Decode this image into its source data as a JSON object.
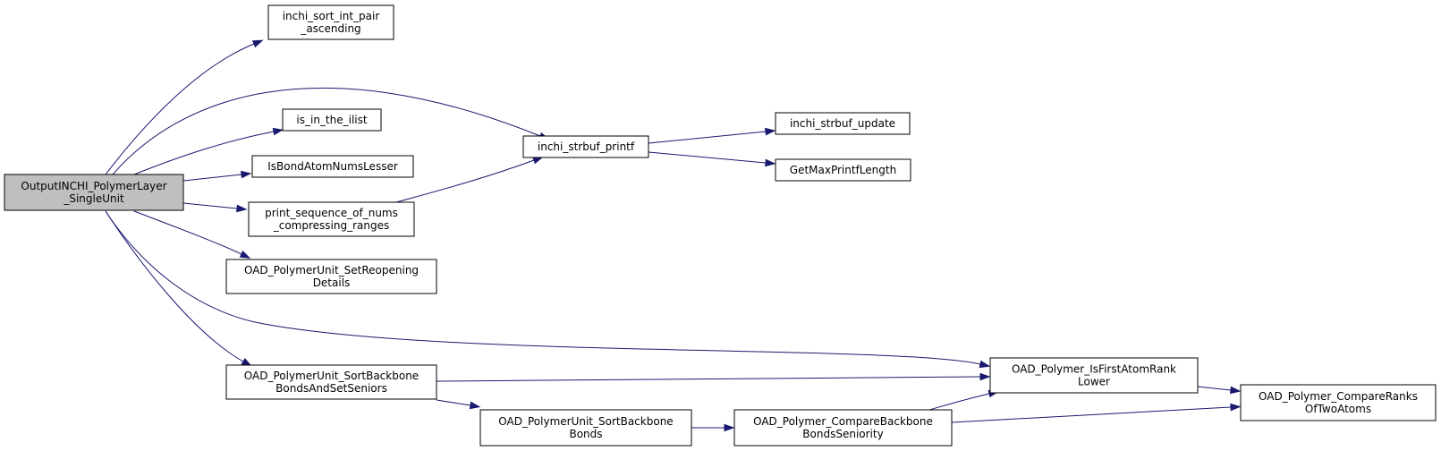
{
  "colors": {
    "edge": "#191970",
    "root_fill": "#bfbfbf",
    "node_fill": "#ffffff",
    "border": "#000000"
  },
  "nodes": [
    {
      "id": "root",
      "lines": [
        "OutputINCHI_PolymerLayer",
        "_SingleUnit"
      ],
      "root": true
    },
    {
      "id": "sort",
      "lines": [
        "inchi_sort_int_pair",
        "_ascending"
      ]
    },
    {
      "id": "inlist",
      "lines": [
        "is_in_the_ilist"
      ]
    },
    {
      "id": "isbond",
      "lines": [
        "IsBondAtomNumsLesser"
      ]
    },
    {
      "id": "pseq",
      "lines": [
        "print_sequence_of_nums",
        "_compressing_ranges"
      ]
    },
    {
      "id": "reop",
      "lines": [
        "OAD_PolymerUnit_SetReopening",
        "Details"
      ]
    },
    {
      "id": "sbsen",
      "lines": [
        "OAD_PolymerUnit_SortBackbone",
        "BondsAndSetSeniors"
      ]
    },
    {
      "id": "printf",
      "lines": [
        "inchi_strbuf_printf"
      ]
    },
    {
      "id": "update",
      "lines": [
        "inchi_strbuf_update"
      ]
    },
    {
      "id": "gmax",
      "lines": [
        "GetMaxPrintfLength"
      ]
    },
    {
      "id": "sbb",
      "lines": [
        "OAD_PolymerUnit_SortBackbone",
        "Bonds"
      ]
    },
    {
      "id": "cbbs",
      "lines": [
        "OAD_Polymer_CompareBackbone",
        "BondsSeniority"
      ]
    },
    {
      "id": "isfirst",
      "lines": [
        "OAD_Polymer_IsFirstAtomRank",
        "Lower"
      ]
    },
    {
      "id": "cranks",
      "lines": [
        "OAD_Polymer_CompareRanks",
        "OfTwoAtoms"
      ]
    }
  ],
  "edges": [
    {
      "from": "root",
      "to": "sort"
    },
    {
      "from": "root",
      "to": "printf"
    },
    {
      "from": "root",
      "to": "inlist"
    },
    {
      "from": "root",
      "to": "isbond"
    },
    {
      "from": "root",
      "to": "pseq"
    },
    {
      "from": "root",
      "to": "reop"
    },
    {
      "from": "root",
      "to": "isfirst"
    },
    {
      "from": "root",
      "to": "sbsen"
    },
    {
      "from": "pseq",
      "to": "printf"
    },
    {
      "from": "printf",
      "to": "update"
    },
    {
      "from": "printf",
      "to": "gmax"
    },
    {
      "from": "sbsen",
      "to": "isfirst"
    },
    {
      "from": "sbsen",
      "to": "sbb"
    },
    {
      "from": "sbb",
      "to": "cbbs"
    },
    {
      "from": "cbbs",
      "to": "isfirst"
    },
    {
      "from": "cbbs",
      "to": "cranks"
    },
    {
      "from": "isfirst",
      "to": "cranks"
    }
  ]
}
